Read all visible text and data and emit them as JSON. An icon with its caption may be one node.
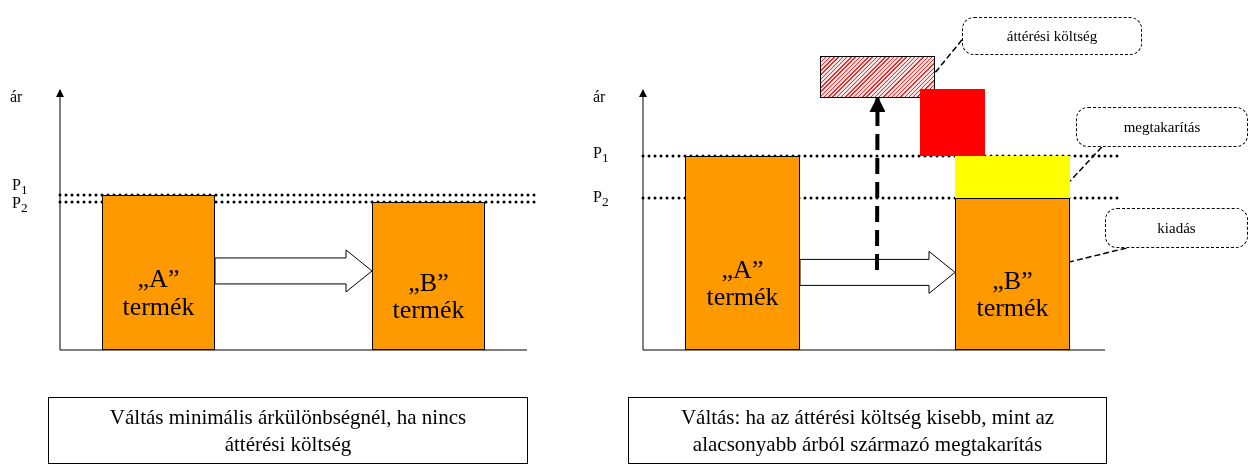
{
  "diagram": {
    "nodes": [
      {
        "text": [
          "„A” termék"
        ]
      },
      {
        "text": [
          "„B” termék"
        ]
      },
      {
        "text": [
          "„A” termék"
        ]
      },
      {
        "text": [
          "„B” termék"
        ]
      },
      {
        "text": [],
        "shape": "box"
      },
      {
        "text": [],
        "shape": "box"
      },
      {
        "text": [],
        "shape": "box"
      },
      {
        "text": [
          "áttérési költség"
        ]
      },
      {
        "text": [
          "megtakarítás"
        ]
      },
      {
        "text": [
          "kiadás"
        ]
      },
      {
        "text": [
          "Váltás minimális árkülönbségnél, ha nincs áttérési költség"
        ]
      },
      {
        "text": [
          "Váltás: ha az áttérési költség kisebb, mint az alacsonyabb árból származó megtakarítás"
        ]
      }
    ],
    "edges": [
      {
        "from": 0,
        "to": 1,
        "arrow": "to"
      },
      {
        "from": 2,
        "to": 3,
        "arrow": "to"
      },
      {
        "from": null,
        "to": 6,
        "arrow": "to",
        "style": "dashed"
      },
      {
        "from": 7,
        "to": 6,
        "arrow": "none",
        "style": "dashed"
      },
      {
        "from": 8,
        "to": 4,
        "arrow": "none",
        "style": "dashed"
      },
      {
        "from": 9,
        "to": 3,
        "arrow": "none",
        "style": "dashed"
      }
    ],
    "labels": [
      "ár",
      "P$_{1}$",
      "P$_{2}$",
      "ár",
      "P$_{1}$",
      "P$_{2}$"
    ]
  }
}
